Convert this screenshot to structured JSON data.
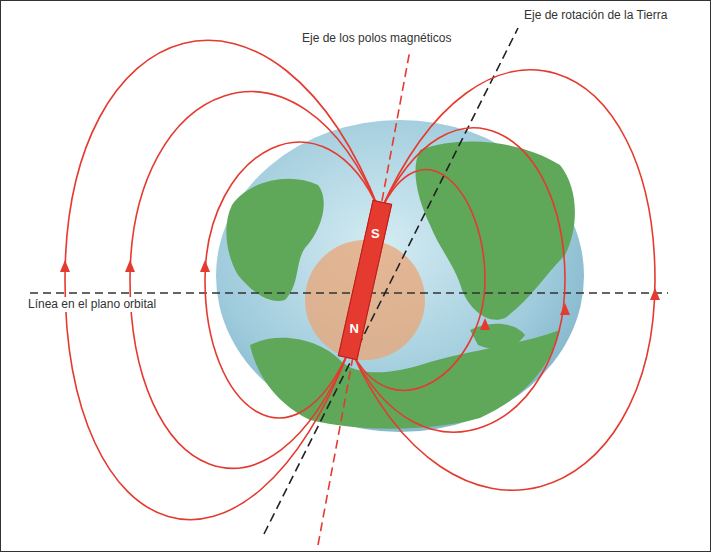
{
  "diagram": {
    "nodes": [
      {
        "text": [
          "S",
          "N"
        ]
      }
    ],
    "labels": [
      "Eje de rotación de la Tierra",
      "Eje de los polos magnéticos",
      "Línea en el plano orbital"
    ]
  }
}
